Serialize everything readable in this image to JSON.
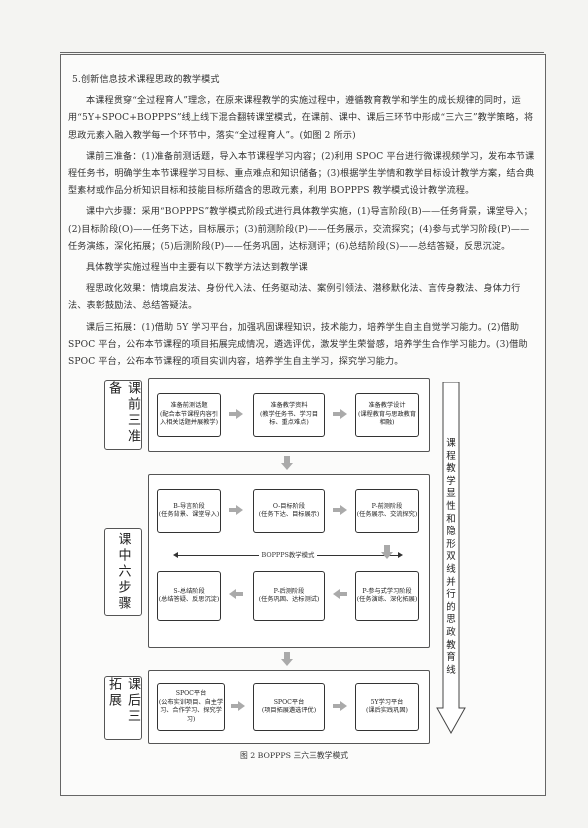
{
  "paragraphs": [
    "5.创新信息技术课程思政的教学模式",
    "本课程贯穿“全过程育人”理念，在原来课程教学的实施过程中，遵循教育教学和学生的成长规律的同时，运用“5Y+SPOC+BOPPPS”线上线下混合翻转课堂模式，在课前、课中、课后三环节中形成“三六三”教学策略，将思政元素入融入教学每一个环节中，落实“全过程育人”。(如图 2 所示)",
    "课前三准备：(1)准备前测话题，导入本节课程学习内容；(2)利用 SPOC 平台进行微课视频学习，发布本节课程任务书，明确学生本节课程学习目标、重点难点和知识储备；(3)根据学生学情和教学目标设计教学方案，结合典型素材或作品分析知识目标和技能目标所蕴含的思政元素，利用 BOPPPS 教学模式设计教学流程。",
    "课中六步骤：采用“BOPPPS”教学模式阶段式进行具体教学实施，(1)导言阶段(B)——任务背景，课堂导入；(2)目标阶段(O)——任务下达，目标展示；(3)前测阶段(P)——任务展示，交流探究；(4)参与式学习阶段(P)——任务演练，深化拓展；(5)后测阶段(P)——任务巩固，达标测评；(6)总结阶段(S)——总结答疑，反思沉淀。",
    "具体教学实施过程当中主要有以下教学方法达到教学课",
    "程思政化效果：情境启发法、身份代入法、任务驱动法、案例引领法、潜移默化法、言传身教法、身体力行法、表彰鼓励法、总结答疑法。",
    "课后三拓展：(1)借助 5Y 学习平台，加强巩固课程知识，技术能力，培养学生自主自觉学习能力。(2)借助 SPOC 平台，公布本节课程的项目拓展完成情况，遴选评优，激发学生荣誉感，培养学生合作学习能力。(3)借助 SPOC 平台，公布本节课程的项目实训内容，培养学生自主学习，探究学习能力。"
  ],
  "diagram": {
    "stages": [
      "课前三准备",
      "课中六步骤",
      "课后三拓展"
    ],
    "pre": [
      {
        "title": "准备前测话题",
        "detail": "(配合本节课程内容引入相关话题并展教学)"
      },
      {
        "title": "准备教学资料",
        "detail": "(教学任务书、学习目标、重点难点)"
      },
      {
        "title": "准备教学设计",
        "detail": "(课程教育与思政教育相融)"
      }
    ],
    "mid": [
      {
        "title": "B-导言阶段",
        "detail": "(任务背景、课堂导入)"
      },
      {
        "title": "O-目标阶段",
        "detail": "(任务下达、目标展示)"
      },
      {
        "title": "P-前测阶段",
        "detail": "(任务展示、交流探究)"
      },
      {
        "title": "S-总结阶段",
        "detail": "(总结答疑、反思沉淀)"
      },
      {
        "title": "P-后测阶段",
        "detail": "(任务巩固、达标测试)"
      },
      {
        "title": "P-参与式学习阶段",
        "detail": "(任务演练、深化拓展)"
      }
    ],
    "mid_label": "BOPPPS教学模式",
    "post": [
      {
        "title": "SPOC平台",
        "detail": "(公布实训项目、自主学习、合作学习、探究学习)"
      },
      {
        "title": "SPOC平台",
        "detail": "(项目拓展遴选评优)"
      },
      {
        "title": "5Y学习平台",
        "detail": "(课后实践巩固)"
      }
    ],
    "side_label": "课程教学显性和隐形双线并行的思政教育线"
  },
  "caption": "图 2 BOPPPS 三六三教学模式"
}
